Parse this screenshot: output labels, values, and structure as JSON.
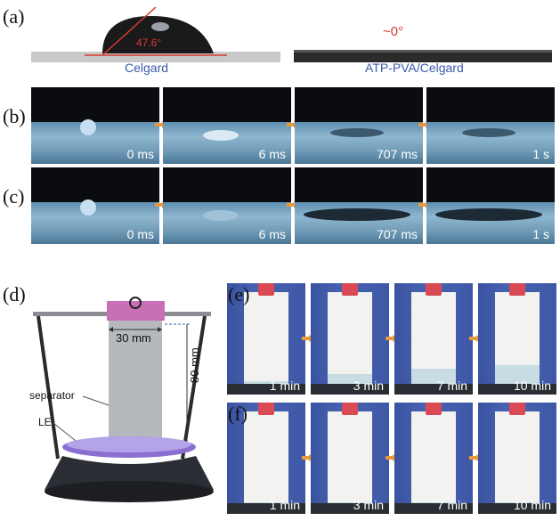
{
  "panels": {
    "a": {
      "label": "(a)",
      "left": {
        "angle": "47.6°",
        "caption": "Celgard"
      },
      "right": {
        "angle": "~0°",
        "caption": "ATP-PVA/Celgard"
      }
    },
    "b": {
      "label": "(b)",
      "times": [
        "0 ms",
        "6 ms",
        "707 ms",
        "1 s"
      ]
    },
    "c": {
      "label": "(c)",
      "times": [
        "0 ms",
        "6 ms",
        "707 ms",
        "1 s"
      ]
    },
    "d": {
      "label": "(d)",
      "width_dim": "30 mm",
      "height_dim": "80 mm",
      "separator_label": "separator",
      "le_label": "LE"
    },
    "e": {
      "label": "(e)",
      "times": [
        "1 min",
        "3 min",
        "7 min",
        "10 min"
      ],
      "wet_fraction": [
        0.05,
        0.12,
        0.18,
        0.22
      ]
    },
    "f": {
      "label": "(f)",
      "times": [
        "1 min",
        "3 min",
        "7 min",
        "10 min"
      ],
      "wet_fraction": [
        0.03,
        0.03,
        0.03,
        0.03
      ]
    }
  },
  "colors": {
    "angle_red": "#d63a2f",
    "caption_blue": "#3b5aa8",
    "arrow_orange": "#e89a3a",
    "clip_pink": "#c86fb8",
    "le_purple": "#8a6fd0"
  }
}
